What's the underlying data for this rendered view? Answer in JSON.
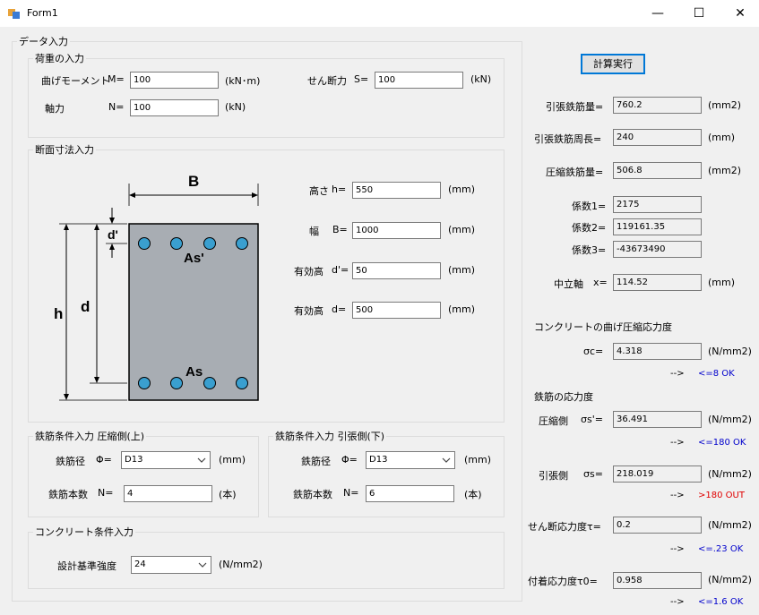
{
  "window": {
    "title": "Form1",
    "minimize": "—",
    "maximize": "☐",
    "close": "✕"
  },
  "data_input": {
    "group_label": "データ入力",
    "load": {
      "group_label": "荷重の入力",
      "moment_label": "曲げモーメント",
      "moment_var": "M=",
      "moment_value": "100",
      "moment_unit": "(kN･m)",
      "shear_label": "せん断力",
      "shear_var": "S=",
      "shear_value": "100",
      "shear_unit": "(kN)",
      "axial_label": "軸力",
      "axial_var": "N=",
      "axial_value": "100",
      "axial_unit": "(kN)"
    },
    "section": {
      "group_label": "断面寸法入力",
      "height_label": "高さ",
      "height_var": "h=",
      "height_value": "550",
      "height_unit": "(mm)",
      "width_label": "幅",
      "width_var": "B=",
      "width_value": "1000",
      "width_unit": "(mm)",
      "eff_top_label": "有効高",
      "eff_top_var": "d'=",
      "eff_top_value": "50",
      "eff_top_unit": "(mm)",
      "eff_label": "有効高",
      "eff_var": "d=",
      "eff_value": "500",
      "eff_unit": "(mm)",
      "diagram": {
        "B": "B",
        "h": "h",
        "d": "d",
        "d_prime": "d'",
        "As_prime": "As'",
        "As": "As"
      }
    },
    "rebar_comp": {
      "group_label": "鉄筋条件入力  圧縮側(上)",
      "dia_label": "鉄筋径",
      "dia_var": "Φ=",
      "dia_value": "D13",
      "dia_unit": "(mm)",
      "count_label": "鉄筋本数",
      "count_var": "N=",
      "count_value": "4",
      "count_unit": "(本)"
    },
    "rebar_tens": {
      "group_label": "鉄筋条件入力  引張側(下)",
      "dia_label": "鉄筋径",
      "dia_var": "Φ=",
      "dia_value": "D13",
      "dia_unit": "(mm)",
      "count_label": "鉄筋本数",
      "count_var": "N=",
      "count_value": "6",
      "count_unit": "(本)"
    },
    "concrete": {
      "group_label": "コンクリート条件入力",
      "strength_label": "設計基準強度",
      "strength_value": "24",
      "strength_unit": "(N/mm2)"
    }
  },
  "results": {
    "calc_button": "計算実行",
    "tension_area_label": "引張鉄筋量=",
    "tension_area_value": "760.2",
    "tension_area_unit": "(mm2)",
    "tension_perim_label": "引張鉄筋周長=",
    "tension_perim_value": "240",
    "tension_perim_unit": "(mm)",
    "comp_area_label": "圧縮鉄筋量=",
    "comp_area_value": "506.8",
    "comp_area_unit": "(mm2)",
    "coef1_label": "係数1=",
    "coef1_value": "2175",
    "coef2_label": "係数2=",
    "coef2_value": "119161.35",
    "coef3_label": "係数3=",
    "coef3_value": "-43673490",
    "neutral_label": "中立軸",
    "neutral_var": "x=",
    "neutral_value": "114.52",
    "neutral_unit": "(mm)",
    "concrete_stress_heading": "コンクリートの曲げ圧縮応力度",
    "sigma_c_label": "σc=",
    "sigma_c_value": "4.318",
    "sigma_c_unit": "(N/mm2)",
    "sigma_c_arrow": "-->",
    "sigma_c_check": "<=8 OK",
    "rebar_stress_heading": "鉄筋の応力度",
    "comp_side_label": "圧縮側",
    "sigma_s_prime_label": "σs'=",
    "sigma_s_prime_value": "36.491",
    "sigma_s_prime_unit": "(N/mm2)",
    "sigma_s_prime_arrow": "-->",
    "sigma_s_prime_check": "<=180 OK",
    "tens_side_label": "引張側",
    "sigma_s_label": "σs=",
    "sigma_s_value": "218.019",
    "sigma_s_unit": "(N/mm2)",
    "sigma_s_arrow": "-->",
    "sigma_s_check": ">180 OUT",
    "shear_stress_label": "せん断応力度τ=",
    "shear_stress_value": "0.2",
    "shear_stress_unit": "(N/mm2)",
    "shear_stress_arrow": "-->",
    "shear_stress_check": "<=.23 OK",
    "bond_stress_label": "付着応力度τ0=",
    "bond_stress_value": "0.958",
    "bond_stress_unit": "(N/mm2)",
    "bond_stress_arrow": "-->",
    "bond_stress_check": "<=1.6 OK"
  },
  "colors": {
    "ok": "#0000cc",
    "out": "#e00000",
    "section_fill": "#a8adb3",
    "rebar": "#3a9fcf"
  }
}
